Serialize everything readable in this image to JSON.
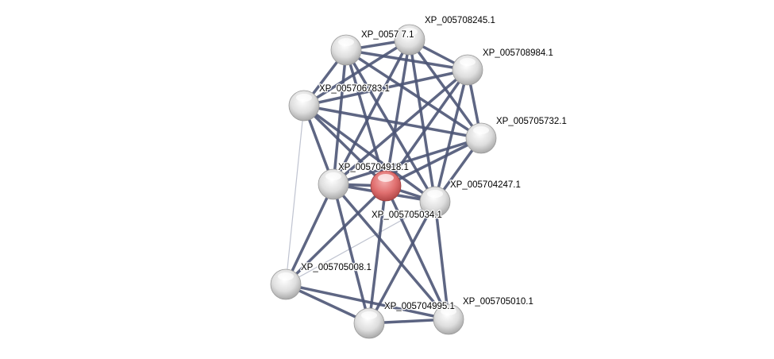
{
  "colors": {
    "edge": "#4c5576",
    "edge_light": "#b8bccb",
    "query_node": "#d96a6a",
    "node": "#dcdcdc"
  },
  "nodes": [
    {
      "id": "A",
      "label": "XP_0057   7.1",
      "query": false
    },
    {
      "id": "B",
      "label": "XP_005708245.1",
      "query": false
    },
    {
      "id": "C",
      "label": "XP_005708984.1",
      "query": false
    },
    {
      "id": "D",
      "label": "XP_005706783.1",
      "query": false
    },
    {
      "id": "E",
      "label": "XP_005705732.1",
      "query": false
    },
    {
      "id": "G",
      "label": "XP_005705034.1",
      "query": true
    },
    {
      "id": "F",
      "label": "XP_005704918.1",
      "query": false
    },
    {
      "id": "H",
      "label": "XP_005704247.1",
      "query": false
    },
    {
      "id": "I",
      "label": "XP_005705008.1",
      "query": false
    },
    {
      "id": "J",
      "label": "XP_005704995.1",
      "query": false
    },
    {
      "id": "K",
      "label": "XP_005705010.1",
      "query": false
    }
  ],
  "edges": [
    [
      "A",
      "B"
    ],
    [
      "A",
      "C"
    ],
    [
      "A",
      "D"
    ],
    [
      "A",
      "E"
    ],
    [
      "A",
      "F"
    ],
    [
      "A",
      "G"
    ],
    [
      "A",
      "H"
    ],
    [
      "B",
      "C"
    ],
    [
      "B",
      "D"
    ],
    [
      "B",
      "E"
    ],
    [
      "B",
      "F"
    ],
    [
      "B",
      "G"
    ],
    [
      "B",
      "H"
    ],
    [
      "C",
      "D"
    ],
    [
      "C",
      "E"
    ],
    [
      "C",
      "F"
    ],
    [
      "C",
      "G"
    ],
    [
      "C",
      "H"
    ],
    [
      "D",
      "E"
    ],
    [
      "D",
      "F"
    ],
    [
      "D",
      "G"
    ],
    [
      "D",
      "H"
    ],
    [
      "E",
      "F"
    ],
    [
      "E",
      "G"
    ],
    [
      "E",
      "H"
    ],
    [
      "F",
      "G"
    ],
    [
      "F",
      "H"
    ],
    [
      "F",
      "I"
    ],
    [
      "F",
      "J"
    ],
    [
      "F",
      "K"
    ],
    [
      "G",
      "H"
    ],
    [
      "G",
      "I"
    ],
    [
      "G",
      "J"
    ],
    [
      "G",
      "K"
    ],
    [
      "H",
      "J"
    ],
    [
      "H",
      "K"
    ],
    [
      "I",
      "J"
    ],
    [
      "I",
      "K"
    ],
    [
      "J",
      "K"
    ]
  ],
  "light_edges": [
    [
      "D",
      "I"
    ],
    [
      "H",
      "I"
    ],
    [
      "J",
      "K"
    ]
  ]
}
